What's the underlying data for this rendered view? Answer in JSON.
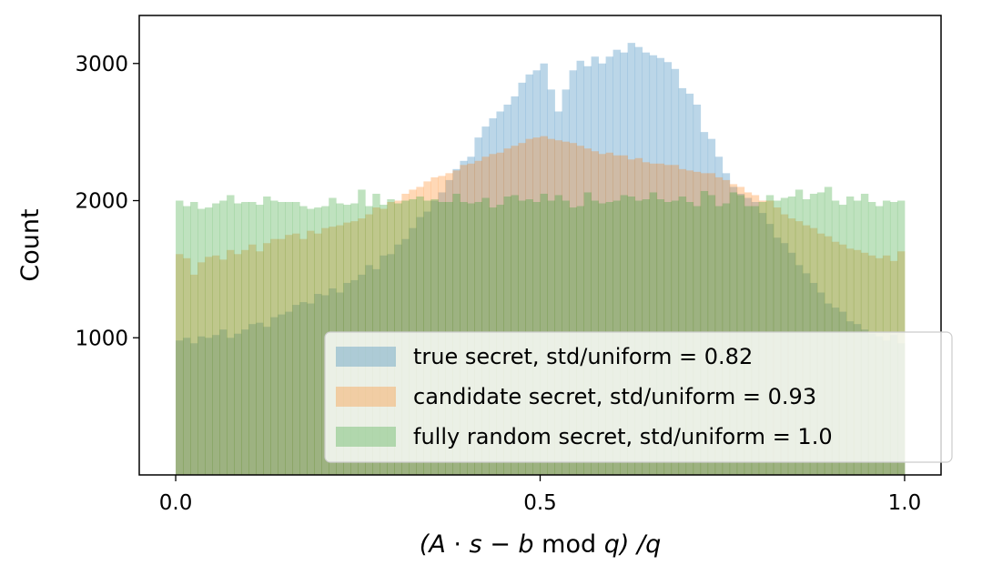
{
  "chart_data": {
    "type": "histogram",
    "xlabel": "(A · s − b mod q) /q",
    "ylabel": "Count",
    "xlim": [
      -0.05,
      1.05
    ],
    "ylim": [
      0,
      3350
    ],
    "xticks": [
      0.0,
      0.5,
      1.0
    ],
    "xtick_labels": [
      "0.0",
      "0.5",
      "1.0"
    ],
    "yticks": [
      1000,
      2000,
      3000
    ],
    "ytick_labels": [
      "1000",
      "2000",
      "3000"
    ],
    "bins": 100,
    "bin_range": [
      0,
      1
    ],
    "legend_position": "lower-right",
    "series": [
      {
        "name": "true secret, std/uniform = 0.82",
        "color": "#1f77b4",
        "alpha": 0.3,
        "values": [
          980,
          1000,
          960,
          1010,
          1000,
          1020,
          1060,
          1000,
          1030,
          1060,
          1100,
          1110,
          1080,
          1150,
          1170,
          1190,
          1240,
          1260,
          1250,
          1320,
          1310,
          1360,
          1330,
          1400,
          1420,
          1460,
          1530,
          1500,
          1600,
          1610,
          1680,
          1720,
          1800,
          1880,
          1920,
          2000,
          2060,
          2150,
          2230,
          2290,
          2320,
          2460,
          2540,
          2600,
          2650,
          2700,
          2760,
          2860,
          2920,
          2950,
          3000,
          2810,
          2650,
          2810,
          2950,
          3020,
          2980,
          3050,
          3000,
          3050,
          3100,
          3080,
          3150,
          3120,
          3080,
          3060,
          3040,
          3010,
          2960,
          2820,
          2780,
          2700,
          2500,
          2450,
          2320,
          2200,
          2100,
          2050,
          2020,
          1990,
          1910,
          1830,
          1730,
          1690,
          1620,
          1530,
          1470,
          1400,
          1330,
          1250,
          1220,
          1190,
          1120,
          1100,
          1060,
          1030,
          1010,
          980,
          1020,
          960
        ]
      },
      {
        "name": "candidate secret, std/uniform = 0.93",
        "color": "#ff7f0e",
        "alpha": 0.3,
        "values": [
          1610,
          1580,
          1460,
          1550,
          1590,
          1600,
          1570,
          1640,
          1610,
          1640,
          1680,
          1630,
          1690,
          1720,
          1720,
          1750,
          1760,
          1720,
          1780,
          1760,
          1800,
          1810,
          1820,
          1840,
          1850,
          1870,
          1900,
          1950,
          1940,
          1990,
          2000,
          2050,
          2080,
          2100,
          2140,
          2170,
          2180,
          2200,
          2220,
          2260,
          2270,
          2290,
          2320,
          2340,
          2350,
          2380,
          2400,
          2420,
          2450,
          2460,
          2470,
          2450,
          2440,
          2430,
          2420,
          2400,
          2380,
          2360,
          2340,
          2350,
          2330,
          2330,
          2300,
          2310,
          2280,
          2270,
          2270,
          2260,
          2260,
          2230,
          2220,
          2210,
          2200,
          2200,
          2170,
          2150,
          2120,
          2100,
          2060,
          2040,
          2000,
          2000,
          1950,
          1900,
          1870,
          1850,
          1820,
          1800,
          1760,
          1740,
          1700,
          1680,
          1650,
          1640,
          1620,
          1600,
          1580,
          1600,
          1560,
          1630
        ]
      },
      {
        "name": "fully random secret, std/uniform = 1.0",
        "color": "#2ca02c",
        "alpha": 0.3,
        "values": [
          2000,
          1960,
          1990,
          1940,
          1950,
          1980,
          2000,
          2040,
          1980,
          1990,
          1990,
          1970,
          2030,
          2000,
          1990,
          1990,
          1990,
          1960,
          1940,
          1950,
          1960,
          2020,
          1980,
          1970,
          1980,
          2080,
          1960,
          2050,
          1970,
          2010,
          1980,
          2000,
          2010,
          2030,
          2000,
          2010,
          1990,
          1990,
          2050,
          1990,
          1980,
          1990,
          2020,
          1950,
          1970,
          2030,
          2040,
          2000,
          2010,
          1990,
          2050,
          2000,
          2040,
          2000,
          1950,
          1960,
          2060,
          2000,
          1980,
          1990,
          2000,
          2040,
          2030,
          2000,
          2010,
          2060,
          2010,
          1990,
          2000,
          2030,
          1990,
          1960,
          2070,
          2040,
          1960,
          1980,
          2060,
          2040,
          1960,
          1960,
          1990,
          2040,
          2000,
          2020,
          2030,
          2080,
          2010,
          2050,
          2060,
          2100,
          2000,
          1970,
          2030,
          2000,
          2050,
          1990,
          1960,
          2000,
          1990,
          2000
        ]
      }
    ]
  }
}
